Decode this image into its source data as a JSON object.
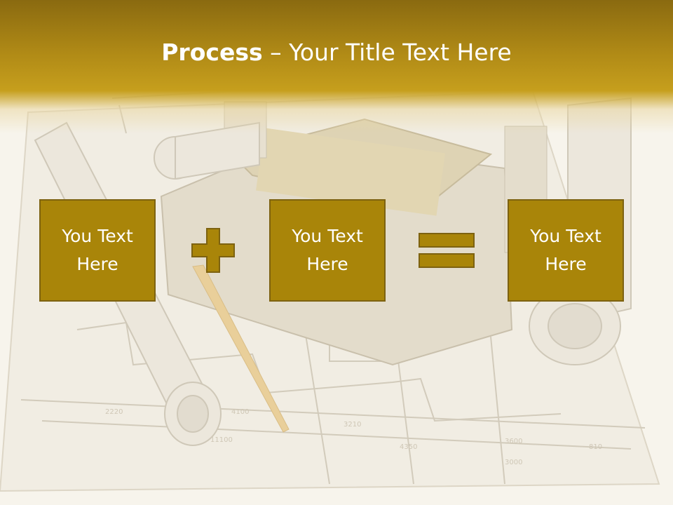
{
  "slide": {
    "title_bold": "Process",
    "title_sep": " – ",
    "title_rest": "Your Title Text Here",
    "boxes": [
      {
        "text": "You Text\nHere"
      },
      {
        "text": "You Text\nHere"
      },
      {
        "text": "You Text\nHere"
      }
    ]
  },
  "colors": {
    "header": "#b08a16",
    "box_fill": "#a98509",
    "box_border": "#7d6210",
    "operator_fill": "#a98509"
  },
  "icons": {
    "plus": "plus-icon",
    "equals": "equals-icon"
  }
}
